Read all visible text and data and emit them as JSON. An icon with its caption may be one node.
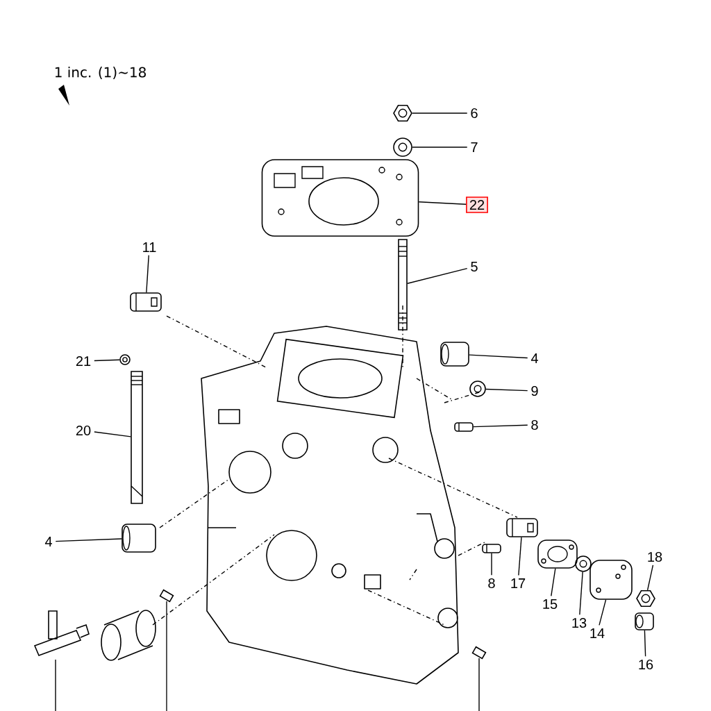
{
  "diagram": {
    "nodes": [
      {
        "text": [
          "6"
        ]
      },
      {
        "text": [
          "7"
        ]
      },
      {
        "text": [
          "22"
        ]
      },
      {
        "text": [
          "5"
        ]
      },
      {
        "text": [
          "11"
        ]
      },
      {
        "text": [
          "21"
        ]
      },
      {
        "text": [
          "20"
        ]
      },
      {
        "text": [
          "4"
        ]
      },
      {
        "text": [
          "9"
        ]
      },
      {
        "text": [
          "8"
        ]
      },
      {
        "text": [
          "4"
        ]
      },
      {
        "text": [
          "8"
        ]
      },
      {
        "text": [
          "17"
        ]
      },
      {
        "text": [
          "15"
        ]
      },
      {
        "text": [
          "13"
        ]
      },
      {
        "text": [
          "14"
        ]
      },
      {
        "text": [
          "18"
        ]
      },
      {
        "text": [
          "16"
        ]
      },
      {
        "text": [],
        "shape": "picture"
      },
      {
        "text": [],
        "shape": "picture"
      },
      {
        "text": [],
        "shape": "picture"
      },
      {
        "text": [],
        "shape": "picture"
      },
      {
        "text": [],
        "shape": "picture"
      },
      {
        "text": [],
        "shape": "picture"
      },
      {
        "text": [],
        "shape": "picture"
      },
      {
        "text": [],
        "shape": "picture"
      },
      {
        "text": [],
        "shape": "picture"
      },
      {
        "text": [],
        "shape": "picture"
      },
      {
        "text": [],
        "shape": "picture"
      },
      {
        "text": [],
        "shape": "picture"
      },
      {
        "text": [],
        "shape": "picture"
      },
      {
        "text": [],
        "shape": "picture"
      },
      {
        "text": [],
        "shape": "picture"
      },
      {
        "text": [],
        "shape": "picture"
      },
      {
        "text": [],
        "shape": "picture"
      },
      {
        "text": [],
        "shape": "picture"
      }
    ],
    "edges": [
      {
        "from": 0,
        "to": 18,
        "arrow": "none"
      },
      {
        "from": 1,
        "to": 19,
        "arrow": "none"
      },
      {
        "from": 2,
        "to": 20,
        "arrow": "none"
      },
      {
        "from": 3,
        "to": 21,
        "arrow": "none"
      },
      {
        "from": 4,
        "to": 22,
        "arrow": "none"
      },
      {
        "from": 5,
        "to": 23,
        "arrow": "none"
      },
      {
        "from": 6,
        "to": 24,
        "arrow": "none"
      },
      {
        "from": 7,
        "to": 25,
        "arrow": "none"
      },
      {
        "from": 8,
        "to": 26,
        "arrow": "none"
      },
      {
        "from": 9,
        "to": 27,
        "arrow": "none"
      },
      {
        "from": 10,
        "to": 28,
        "arrow": "none"
      },
      {
        "from": 11,
        "to": 29,
        "arrow": "none"
      },
      {
        "from": 12,
        "to": 30,
        "arrow": "none"
      },
      {
        "from": 13,
        "to": 31,
        "arrow": "none"
      },
      {
        "from": 14,
        "to": 32,
        "arrow": "none"
      },
      {
        "from": 15,
        "to": 33,
        "arrow": "none"
      },
      {
        "from": 16,
        "to": 34,
        "arrow": "none"
      },
      {
        "from": 17,
        "to": 35,
        "arrow": "none"
      }
    ],
    "labels": [
      "1 inc. (1)∼18"
    ]
  }
}
